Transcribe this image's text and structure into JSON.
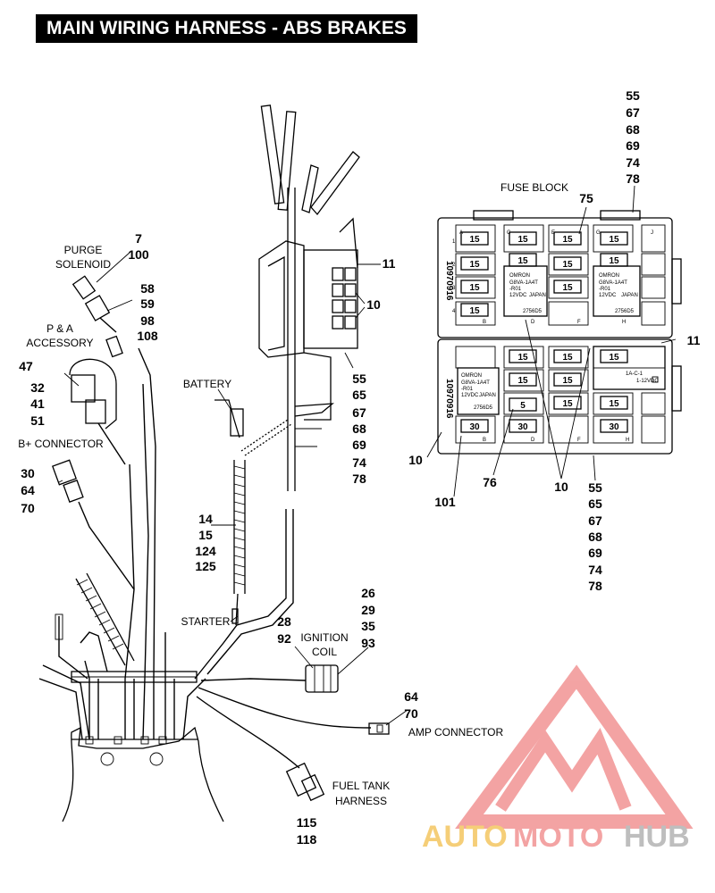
{
  "title": "MAIN WIRING HARNESS - ABS BRAKES",
  "labels": {
    "purge_solenoid": [
      "PURGE",
      "SOLENOID"
    ],
    "purge_refs": [
      "7",
      "100"
    ],
    "refs_58": [
      "58",
      "59",
      "98",
      "108"
    ],
    "p_a_accessory": [
      "P & A",
      "ACCESSORY"
    ],
    "refs_47": [
      "47",
      "32",
      "41",
      "51"
    ],
    "b_plus_connector": "B+ CONNECTOR",
    "refs_30": [
      "30",
      "64",
      "70"
    ],
    "battery": "BATTERY",
    "refs_14": [
      "14",
      "15",
      "124",
      "125"
    ],
    "starter": "STARTER",
    "ref_11_top": "11",
    "ref_10_top": "10",
    "refs_55_mid": [
      "55",
      "65",
      "67",
      "68",
      "69",
      "74",
      "78"
    ],
    "refs_28": [
      "28",
      "92"
    ],
    "ignition_coil": [
      "IGNITION",
      "COIL"
    ],
    "refs_26": [
      "26",
      "29",
      "35",
      "93"
    ],
    "refs_64": [
      "64",
      "70"
    ],
    "amp_connector": "AMP CONNECTOR",
    "fuel_tank_harness": [
      "FUEL TANK",
      "HARNESS"
    ],
    "refs_115": [
      "115",
      "118"
    ],
    "refs_55_top": [
      "55",
      "67",
      "68",
      "69",
      "74",
      "78"
    ],
    "fuse_block": "FUSE BLOCK",
    "ref_75": "75",
    "ref_11_fb": "11",
    "ref_10_fb_left": "10",
    "ref_101": "101",
    "ref_76": "76",
    "ref_10_fb_bottom": "10",
    "refs_55_fb": [
      "55",
      "65",
      "67",
      "68",
      "69",
      "74",
      "78"
    ]
  },
  "fuse_block": {
    "top_fuses": [
      "15",
      "15",
      "15",
      "15",
      "15",
      "15",
      "15",
      "15",
      "15",
      "15",
      "15"
    ],
    "bottom_fuses": [
      "15",
      "15",
      "15",
      "15",
      "15",
      "15",
      "5",
      "15",
      "30",
      "30",
      "30"
    ],
    "top_relay_text": [
      "OMRON",
      "G8VA-1A4T",
      "-R01",
      "12VDC",
      "JAPAN",
      "2756D5"
    ],
    "bottom_relay_text": [
      "OMRON",
      "G8VA-1A4T",
      "-R01",
      "12VDC",
      "JAPAN",
      "2756D5"
    ],
    "right_relay_text": [
      "1A-C-1",
      "1-12VDC"
    ],
    "part_number_top": "10970916",
    "part_number_bottom": "10970916",
    "row_letters_top": [
      "A",
      "C",
      "E",
      "G",
      "J",
      "B",
      "D",
      "F",
      "H"
    ],
    "row_letters_bottom": [
      "B",
      "D",
      "F",
      "H"
    ],
    "row_numbers": [
      "1",
      "2",
      "3",
      "4"
    ]
  },
  "logo": {
    "word_a": "AUTO",
    "word_b": "MOTO",
    "word_c": "HUB",
    "color_a": "#f5c96a",
    "color_b": "#f29a9a",
    "color_c": "#b7b7b7"
  }
}
